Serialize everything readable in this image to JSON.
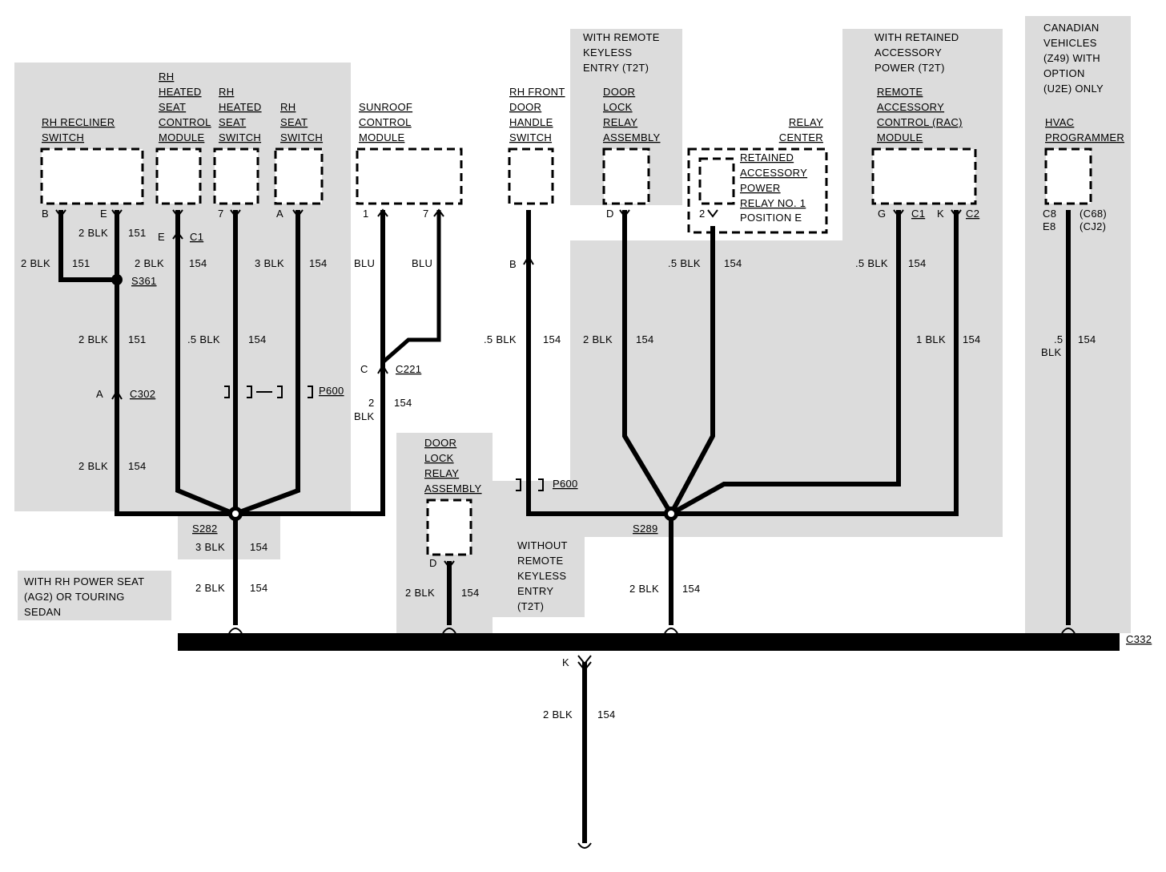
{
  "titles": {
    "rh_recliner": [
      "RH RECLINER",
      "SWITCH"
    ],
    "heated_module": [
      "RH",
      "HEATED",
      "SEAT",
      "CONTROL",
      "MODULE"
    ],
    "heated_switch": [
      "RH",
      "HEATED",
      "SEAT",
      "SWITCH"
    ],
    "seat_switch": [
      "RH",
      "SEAT",
      "SWITCH"
    ],
    "sunroof": [
      "SUNROOF",
      "CONTROL",
      "MODULE"
    ],
    "door_handle": [
      "RH FRONT",
      "DOOR",
      "HANDLE",
      "SWITCH"
    ],
    "rke_note": [
      "WITH REMOTE",
      "KEYLESS",
      "ENTRY (T2T)"
    ],
    "door_lock_upper": [
      "DOOR",
      "LOCK",
      "RELAY",
      "ASSEMBLY"
    ],
    "relay_center": [
      "RELAY",
      "CENTER"
    ],
    "retained_relay": [
      "RETAINED",
      "ACCESSORY",
      "POWER",
      "RELAY NO. 1"
    ],
    "retained_position": "POSITION E",
    "retained_note": [
      "WITH RETAINED",
      "ACCESSORY",
      "POWER (T2T)"
    ],
    "rac": [
      "REMOTE",
      "ACCESSORY",
      "CONTROL (RAC)",
      "MODULE"
    ],
    "canadian_note": [
      "CANADIAN",
      "VEHICLES",
      "(Z49)  WITH",
      "OPTION",
      "(U2E) ONLY"
    ],
    "hvac": [
      "HVAC",
      "PROGRAMMER"
    ],
    "door_lock_lower": [
      "DOOR",
      "LOCK",
      "RELAY",
      "ASSEMBLY"
    ],
    "without_rke": [
      "WITHOUT",
      "REMOTE",
      "KEYLESS",
      "ENTRY",
      "(T2T)"
    ],
    "power_seat_note": [
      "WITH RH POWER SEAT",
      "(AG2) OR TOURING",
      "SEDAN"
    ]
  },
  "pins": {
    "recliner_b": "B",
    "recliner_e": "E",
    "heated_module_e": "E",
    "heated_module_c1": "C1",
    "heated_switch_7": "7",
    "seat_switch_a": "A",
    "sunroof_1": "1",
    "sunroof_7": "7",
    "handle_b": "B",
    "door_lock_d": "D",
    "relay_2": "2",
    "rac_g": "G",
    "rac_c1": "C1",
    "rac_k": "K",
    "rac_c2": "C2",
    "hvac_c8": "C8",
    "hvac_c68": "(C68)",
    "hvac_e8": "E8",
    "hvac_cj2": "(CJ2)",
    "c221_c": "C",
    "c302_a": "A",
    "lower_lock_d": "D",
    "c332_k": "K"
  },
  "connectors": {
    "c1": "C1",
    "c221": "C221",
    "c302": "C302",
    "p600_left": "P600",
    "p600_right": "P600",
    "s361": "S361",
    "s282": "S282",
    "s289": "S289",
    "c332": "C332"
  },
  "wires": {
    "blk2": "2 BLK",
    "blk3": "3 BLK",
    "blk5": ".5 BLK",
    "blk1": "1 BLK",
    "blk": "BLK",
    "two": "2",
    "five": ".5",
    "c151": "151",
    "c154": "154",
    "blu": "BLU"
  }
}
